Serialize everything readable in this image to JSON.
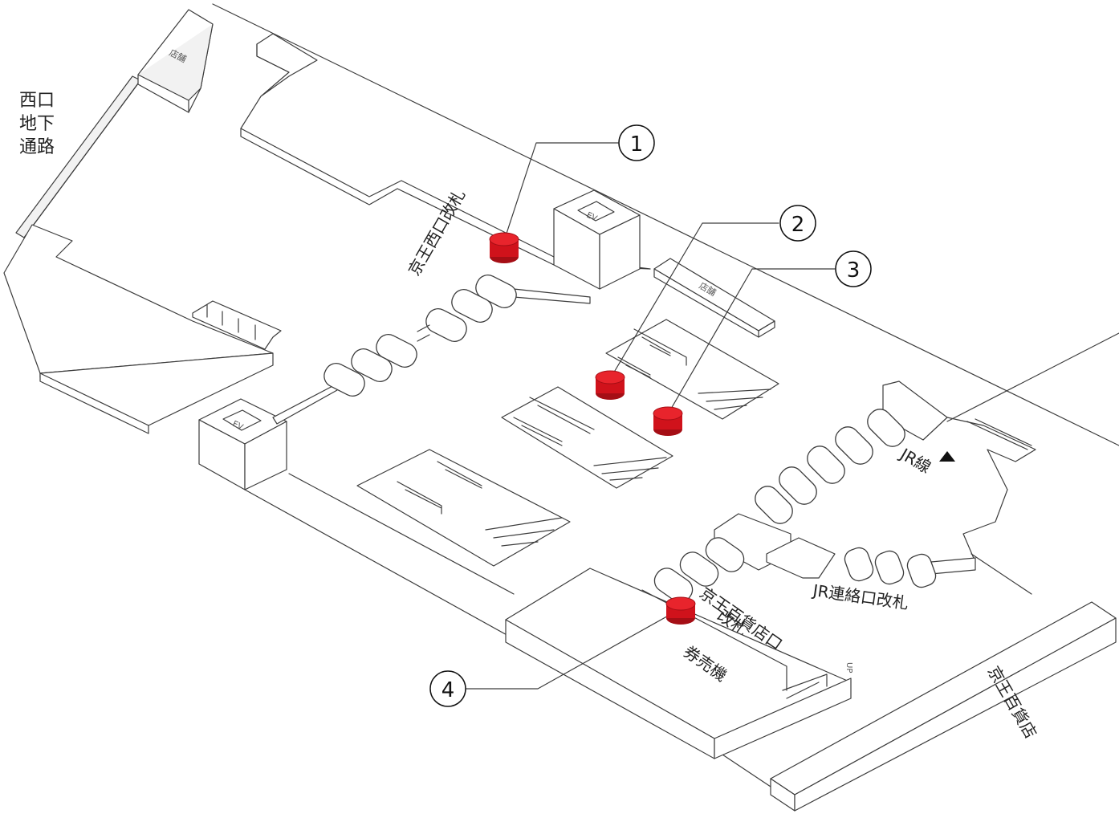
{
  "labels": {
    "west_passage": [
      "西口",
      "地下",
      "通路"
    ],
    "keio_west_gate": "京王西口改札",
    "keio_dept_gate_line1": "京王百貨店口",
    "keio_dept_gate_line2": "改札",
    "ticket_machines": "券売機",
    "jr_transfer_gate": "JR連絡口改札",
    "jr_line": "JR線",
    "keio_dept_store": "京王百貨店",
    "shop": "店舗",
    "elevator": "EV",
    "up": "UP"
  },
  "markers": [
    "1",
    "2",
    "3",
    "4"
  ],
  "colors": {
    "marker": "#d0121b",
    "marker_top": "#e8242c",
    "line": "#3c3c3c"
  },
  "icons": {
    "jr_arrow": "triangle-up-icon"
  }
}
